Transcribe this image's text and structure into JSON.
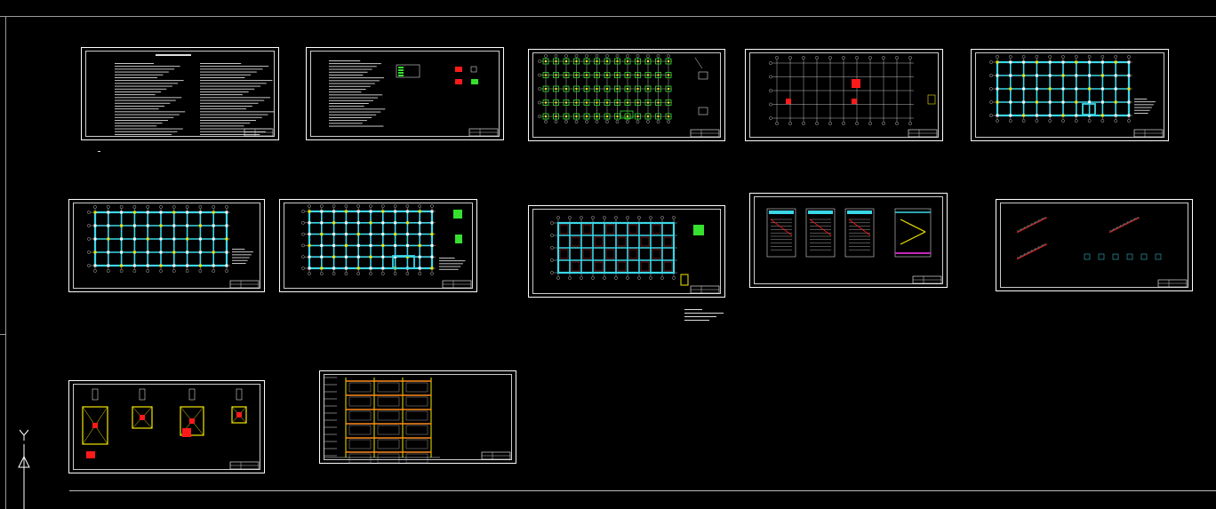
{
  "viewport": {
    "background": "#000000"
  },
  "ucs": {
    "y_label": "Y",
    "icon": "ucs-axis-icon"
  },
  "colors": {
    "frame": "#ffffff",
    "beam": "#3ad7e8",
    "column": "#f2e600",
    "grid": "#e6e6e6",
    "red": "#ff1a1a",
    "green": "#35e02f",
    "magenta": "#e02ad6",
    "orange": "#ff8a1a"
  },
  "sheets": [
    {
      "id": "s1",
      "kind": "notes-cover"
    },
    {
      "id": "s2",
      "kind": "notes-legend"
    },
    {
      "id": "s3",
      "kind": "foundation-plan"
    },
    {
      "id": "s4",
      "kind": "column-grid"
    },
    {
      "id": "s5",
      "kind": "beam-plan"
    },
    {
      "id": "s6",
      "kind": "beam-plan"
    },
    {
      "id": "s7",
      "kind": "beam-plan-2"
    },
    {
      "id": "s8",
      "kind": "slab-plan"
    },
    {
      "id": "s9",
      "kind": "stair-plans"
    },
    {
      "id": "s10",
      "kind": "stair-sections"
    },
    {
      "id": "s11",
      "kind": "footing-details"
    },
    {
      "id": "s12",
      "kind": "elevation-section"
    }
  ]
}
